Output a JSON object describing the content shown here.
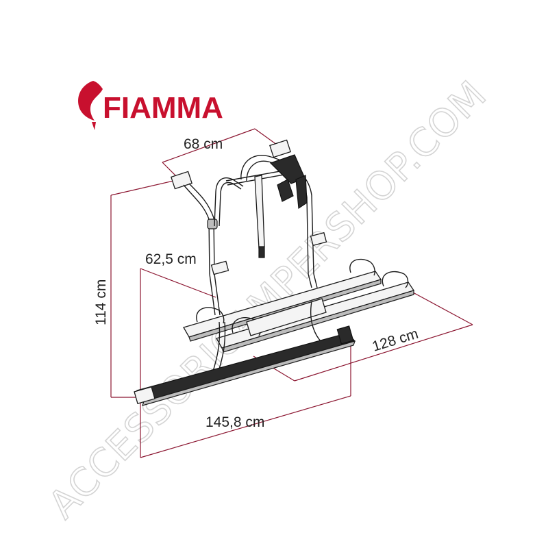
{
  "brand": {
    "name": "FIAMMA",
    "color": "#c8102e"
  },
  "watermark": {
    "text": "ACCESSORICAMPERSHOP.COM"
  },
  "dimensions": {
    "top_width": "68 cm",
    "height": "114 cm",
    "depth": "62,5 cm",
    "rail_length": "128 cm",
    "total_width": "145,8 cm"
  },
  "colors": {
    "dimension_lines": "#8b1530",
    "rack_frame": "#1a1a1a"
  }
}
